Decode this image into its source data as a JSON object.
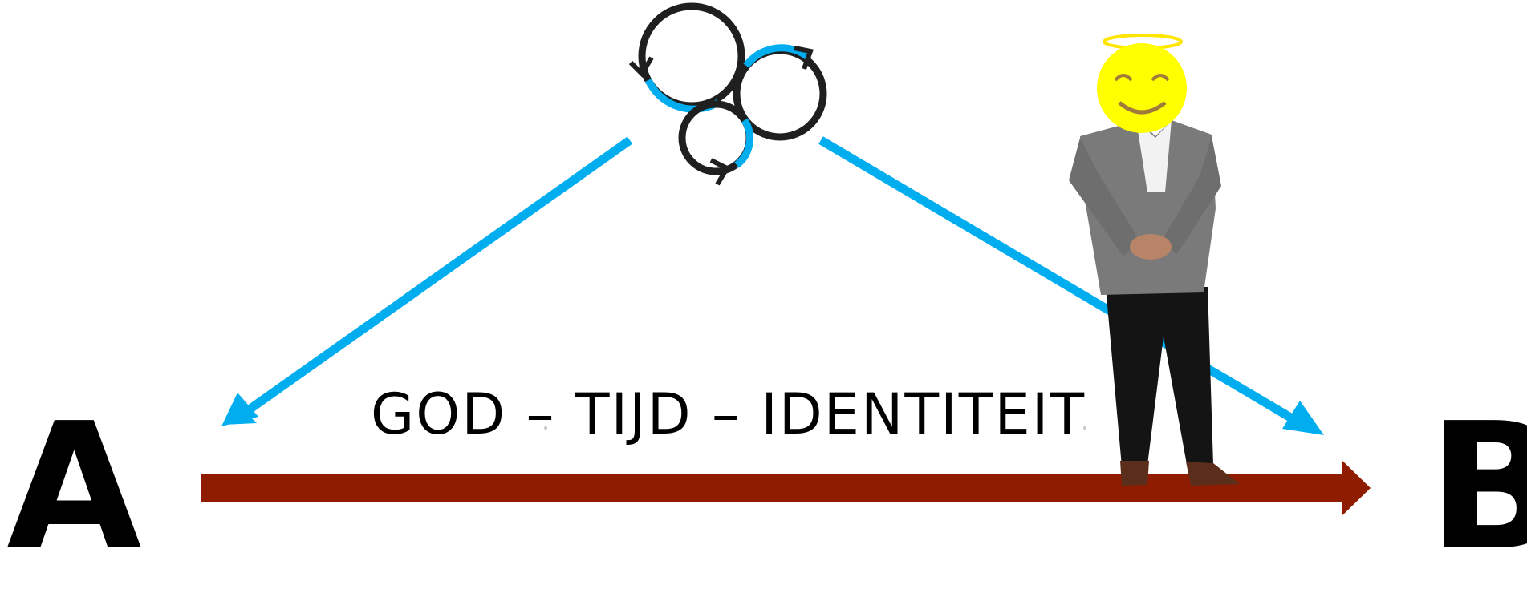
{
  "labels": {
    "start": "A",
    "end": "B",
    "headline": "GOD – TIJD – IDENTITEIT"
  },
  "colors": {
    "arrow_blue": "#00aeef",
    "timeline_red": "#8f1c00",
    "ink": "#000000",
    "halo_yellow": "#ffe600",
    "face_yellow": "#ffff00"
  },
  "icons": [
    "trinity-circles-icon",
    "angel-smiley-icon"
  ]
}
